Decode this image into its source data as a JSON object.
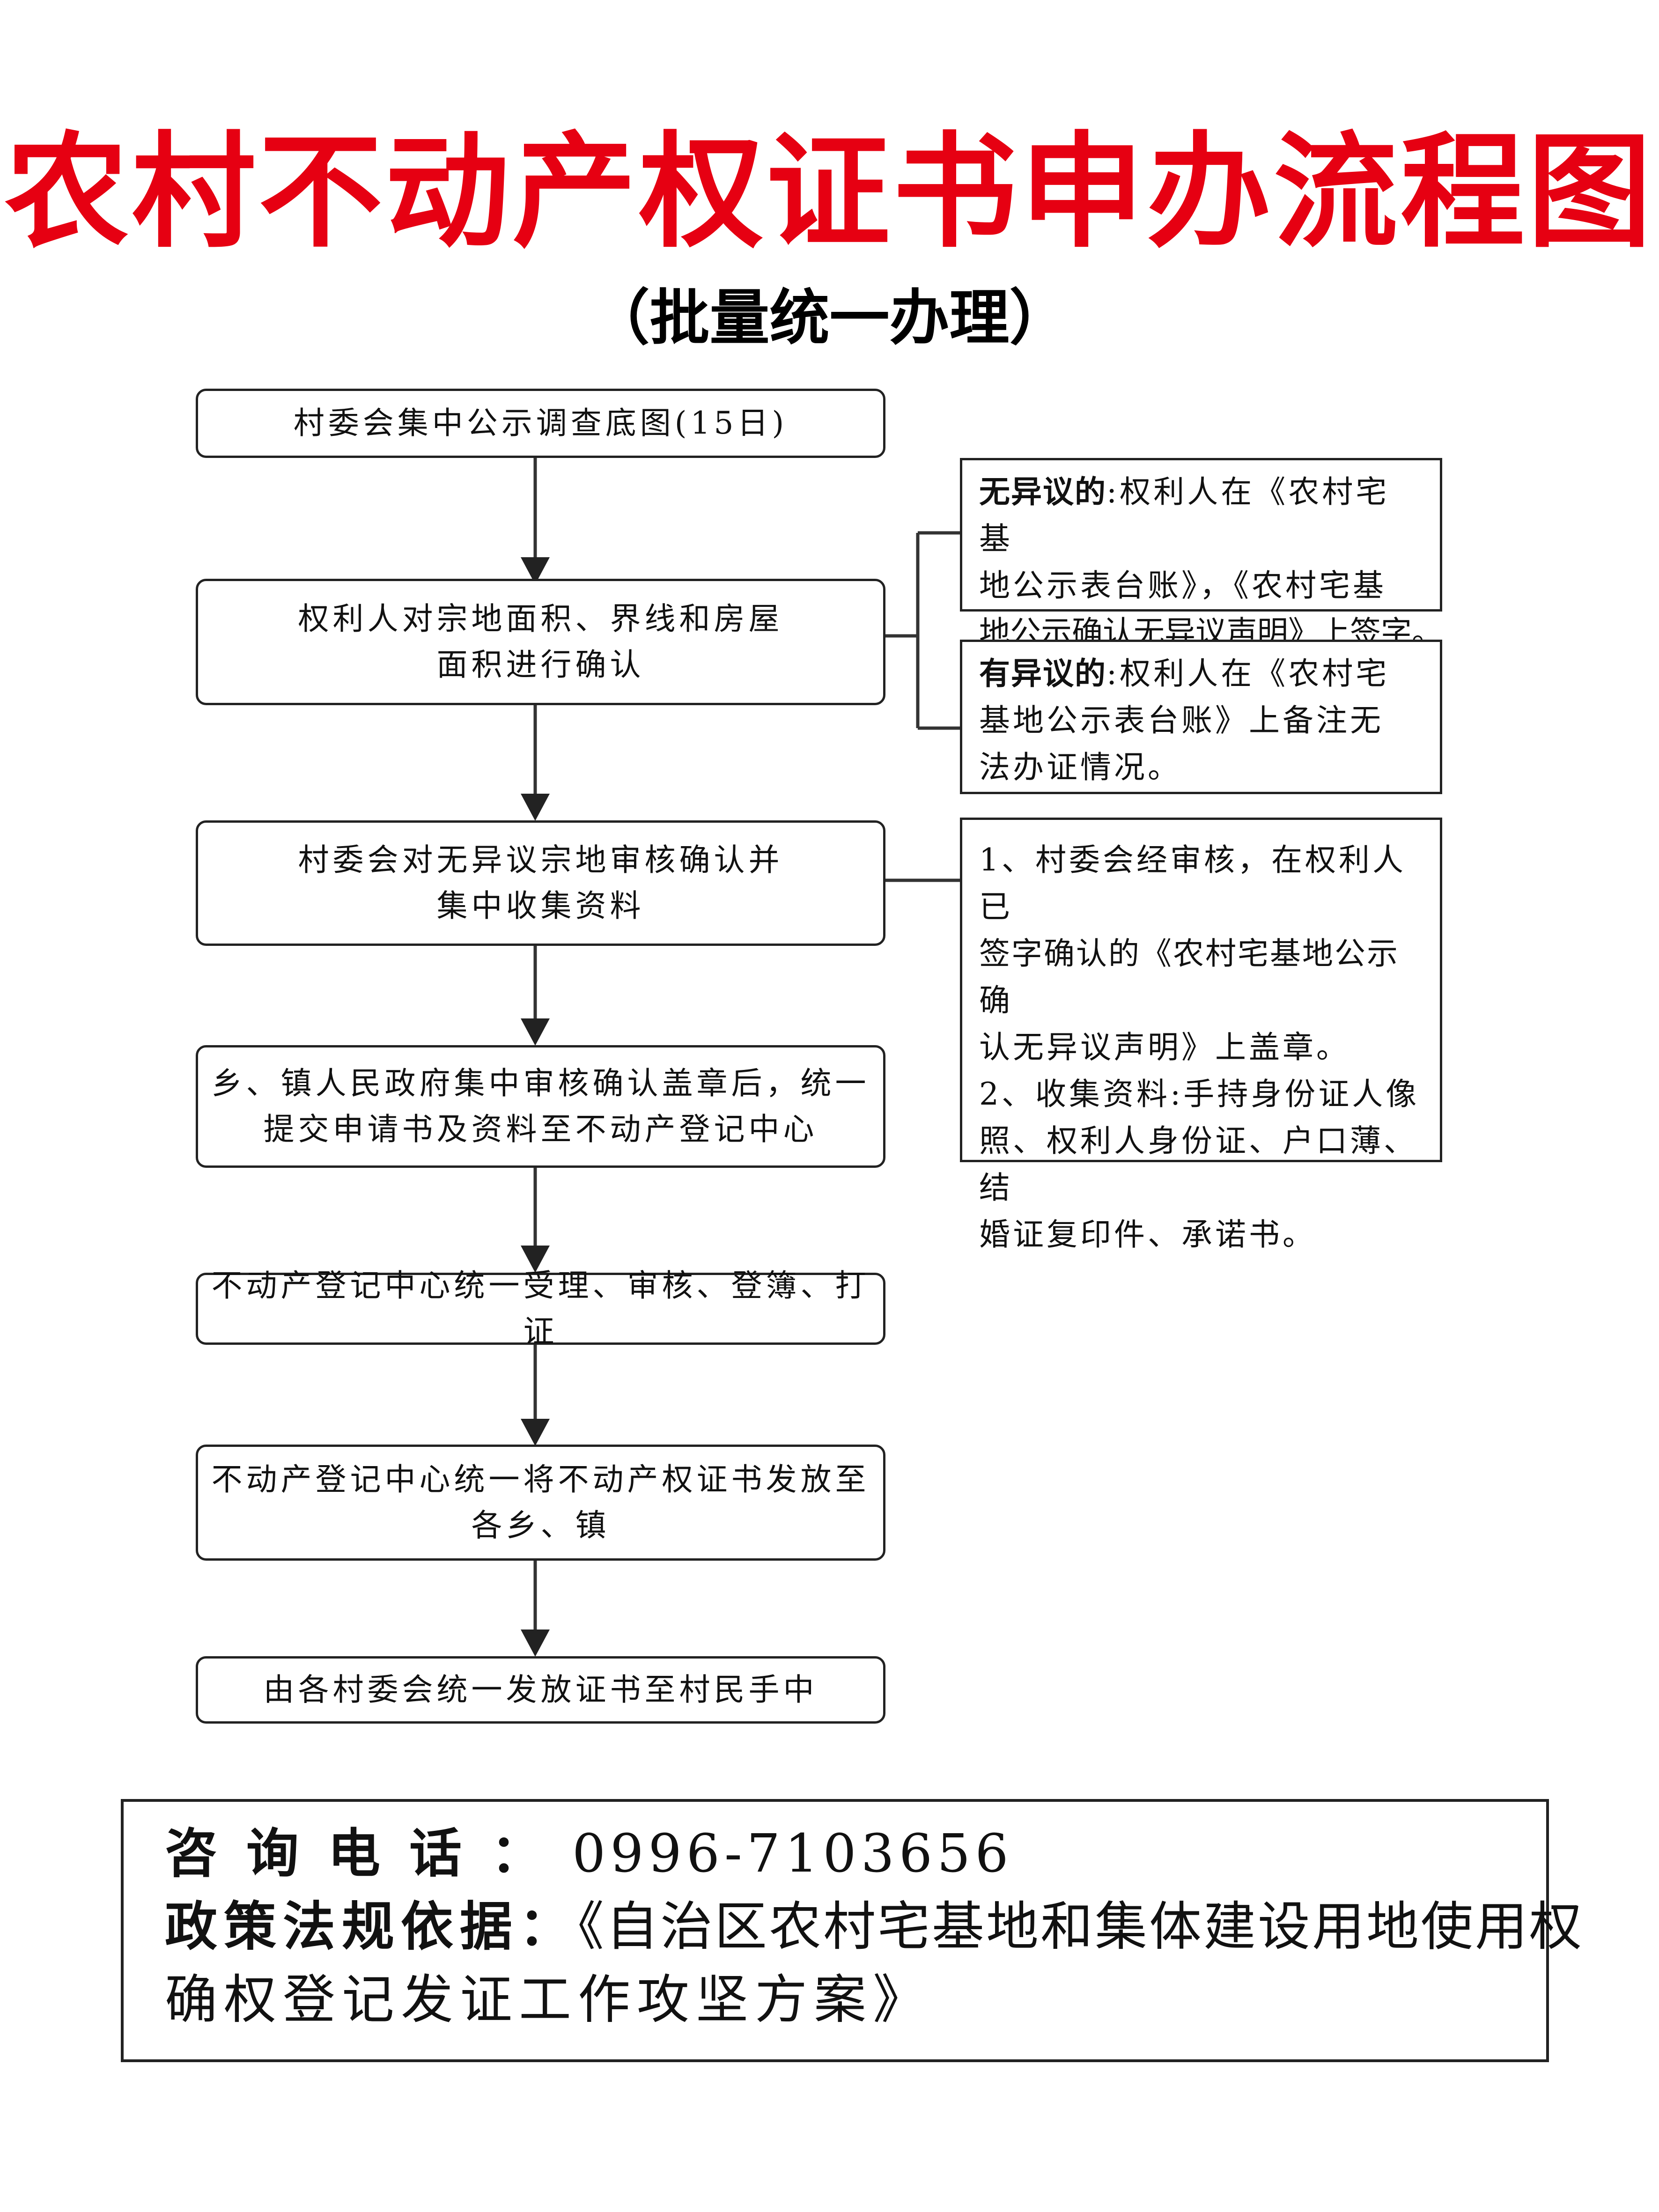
{
  "title": "农村不动产权证书申办流程图",
  "subtitle": "（批量统一办理）",
  "steps": [
    {
      "lines": [
        "村委会集中公示调查底图(15日)"
      ]
    },
    {
      "lines": [
        "权利人对宗地面积、界线和房屋",
        "面积进行确认"
      ]
    },
    {
      "lines": [
        "村委会对无异议宗地审核确认并",
        "集中收集资料"
      ]
    },
    {
      "lines": [
        "乡、镇人民政府集中审核确认盖章后，统一",
        "提交申请书及资料至不动产登记中心"
      ]
    },
    {
      "lines": [
        "不动产登记中心统一受理、审核、登簿、打证"
      ]
    },
    {
      "lines": [
        "不动产登记中心统一将不动产权证书发放至",
        "各乡、镇"
      ]
    },
    {
      "lines": [
        "由各村委会统一发放证书至村民手中"
      ]
    }
  ],
  "notes": {
    "no_objection": {
      "label": "无异议的",
      "lines": [
        ":权利人在《农村宅基",
        "地公示表台账》，《农村宅基",
        "地公示确认无异议声明》上签字。"
      ]
    },
    "objection": {
      "label": "有异议的",
      "lines": [
        ":权利人在《农村宅",
        "基地公示表台账》上备注无",
        "法办证情况。"
      ]
    },
    "collect": {
      "lines": [
        "1、村委会经审核，在权利人已",
        "签字确认的《农村宅基地公示确",
        "认无异议声明》上盖章。",
        "2、收集资料:手持身份证人像",
        "照、权利人身份证、户口薄、结",
        "婚证复印件、承诺书。"
      ]
    }
  },
  "footer": {
    "phone_label": "咨询电话：",
    "phone_value": "0996-7103656",
    "basis_label": "政策法规依据：",
    "basis_line1": "《自治区农村宅基地和集体建设用地使用权",
    "basis_line2": "确权登记发证工作攻坚方案》"
  }
}
